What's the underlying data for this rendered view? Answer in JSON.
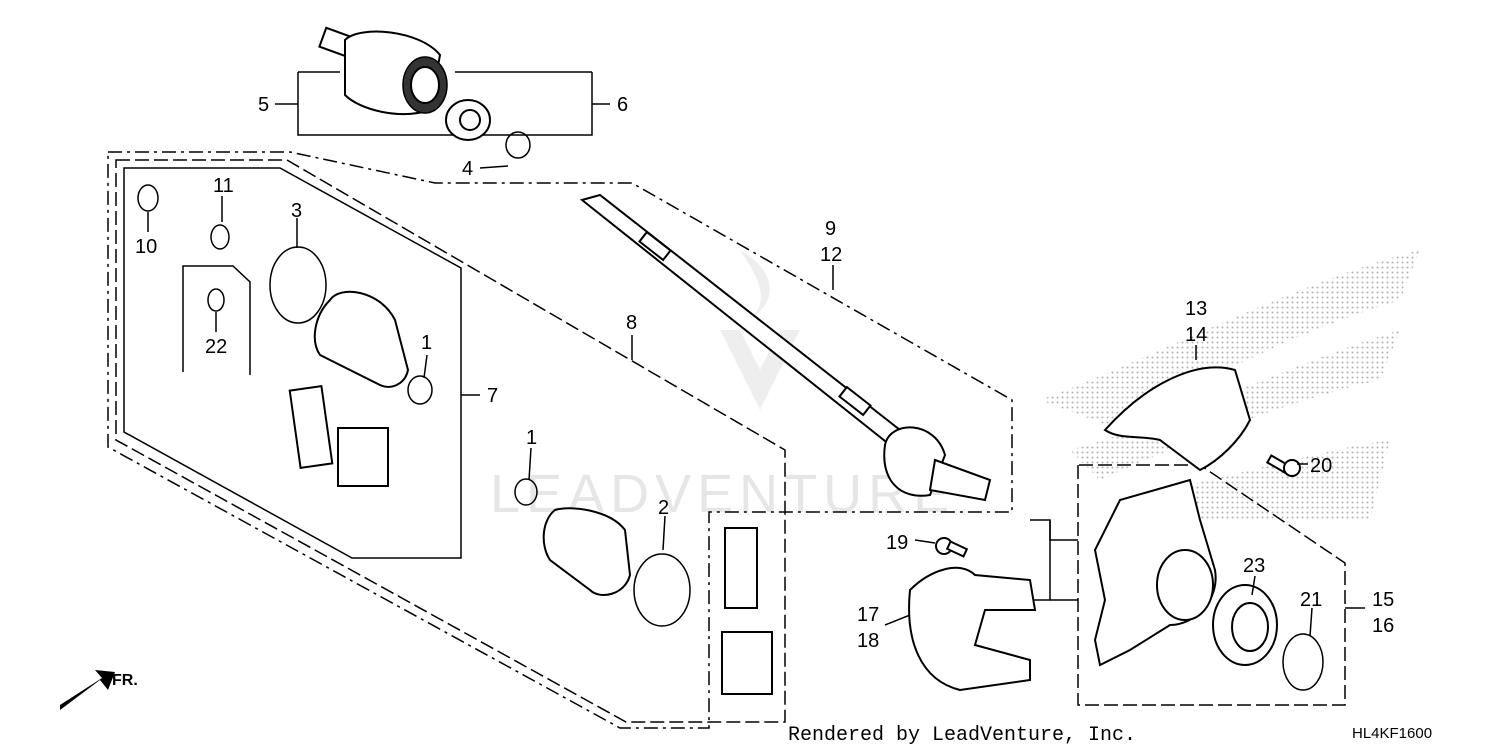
{
  "callouts": {
    "c1a": "1",
    "c1b": "1",
    "c2": "2",
    "c3": "3",
    "c4": "4",
    "c5": "5",
    "c6": "6",
    "c7": "7",
    "c8": "8",
    "c9": "9",
    "c10": "10",
    "c11": "11",
    "c12": "12",
    "c13": "13",
    "c14": "14",
    "c15": "15",
    "c16": "16",
    "c17": "17",
    "c18": "18",
    "c19": "19",
    "c20": "20",
    "c21": "21",
    "c22": "22",
    "c23": "23"
  },
  "orientation_label": "FR.",
  "watermark_text": "LEADVENTURE",
  "footer": {
    "credit": "Rendered by LeadVenture, Inc.",
    "diagram_code": "HL4KF1600"
  },
  "colors": {
    "ink": "#000000",
    "background": "#ffffff",
    "watermark": "#e6e6e6",
    "halftone": "#b0b0b0"
  }
}
